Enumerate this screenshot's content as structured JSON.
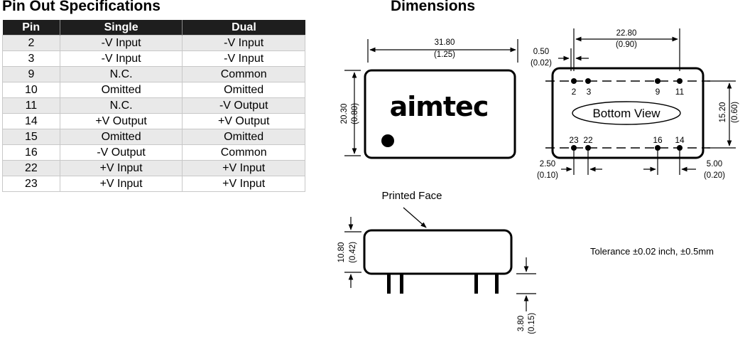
{
  "pinout": {
    "title": "Pin Out Specifications",
    "headers": [
      "Pin",
      "Single",
      "Dual"
    ],
    "rows": [
      [
        "2",
        "-V Input",
        "-V Input"
      ],
      [
        "3",
        "-V Input",
        "-V Input"
      ],
      [
        "9",
        "N.C.",
        "Common"
      ],
      [
        "10",
        "Omitted",
        "Omitted"
      ],
      [
        "11",
        "N.C.",
        "-V Output"
      ],
      [
        "14",
        "+V Output",
        "+V Output"
      ],
      [
        "15",
        "Omitted",
        "Omitted"
      ],
      [
        "16",
        "-V Output",
        "Common"
      ],
      [
        "22",
        "+V Input",
        "+V Input"
      ],
      [
        "23",
        "+V Input",
        "+V Input"
      ]
    ]
  },
  "dimensions": {
    "title": "Dimensions",
    "brand_logo": "aimtec",
    "top_view": {
      "length_mm": "31.80",
      "length_in": "(1.25)",
      "height_mm": "20.30",
      "height_in": "(0.80)"
    },
    "bottom_view": {
      "label": "Bottom View",
      "pin_pitch_mm": "22.80",
      "pin_pitch_in": "(0.90)",
      "edge_offset_mm": "0.50",
      "edge_offset_in": "(0.02)",
      "row_spacing_mm": "15.20",
      "row_spacing_in": "(0.60)",
      "pin_spacing_mm": "2.50",
      "pin_spacing_in": "(0.10)",
      "pin_spacing2_mm": "5.00",
      "pin_spacing2_in": "(0.20)",
      "pins_top": [
        "2",
        "3",
        "9",
        "11"
      ],
      "pins_bottom": [
        "23",
        "22",
        "16",
        "14"
      ]
    },
    "side_view": {
      "printed_face_label": "Printed Face",
      "body_height_mm": "10.80",
      "body_height_in": "(0.42)",
      "pin_length_mm": "3.80",
      "pin_length_in": "(0.15)"
    },
    "tolerance": "Tolerance ±0.02 inch, ±0.5mm"
  }
}
